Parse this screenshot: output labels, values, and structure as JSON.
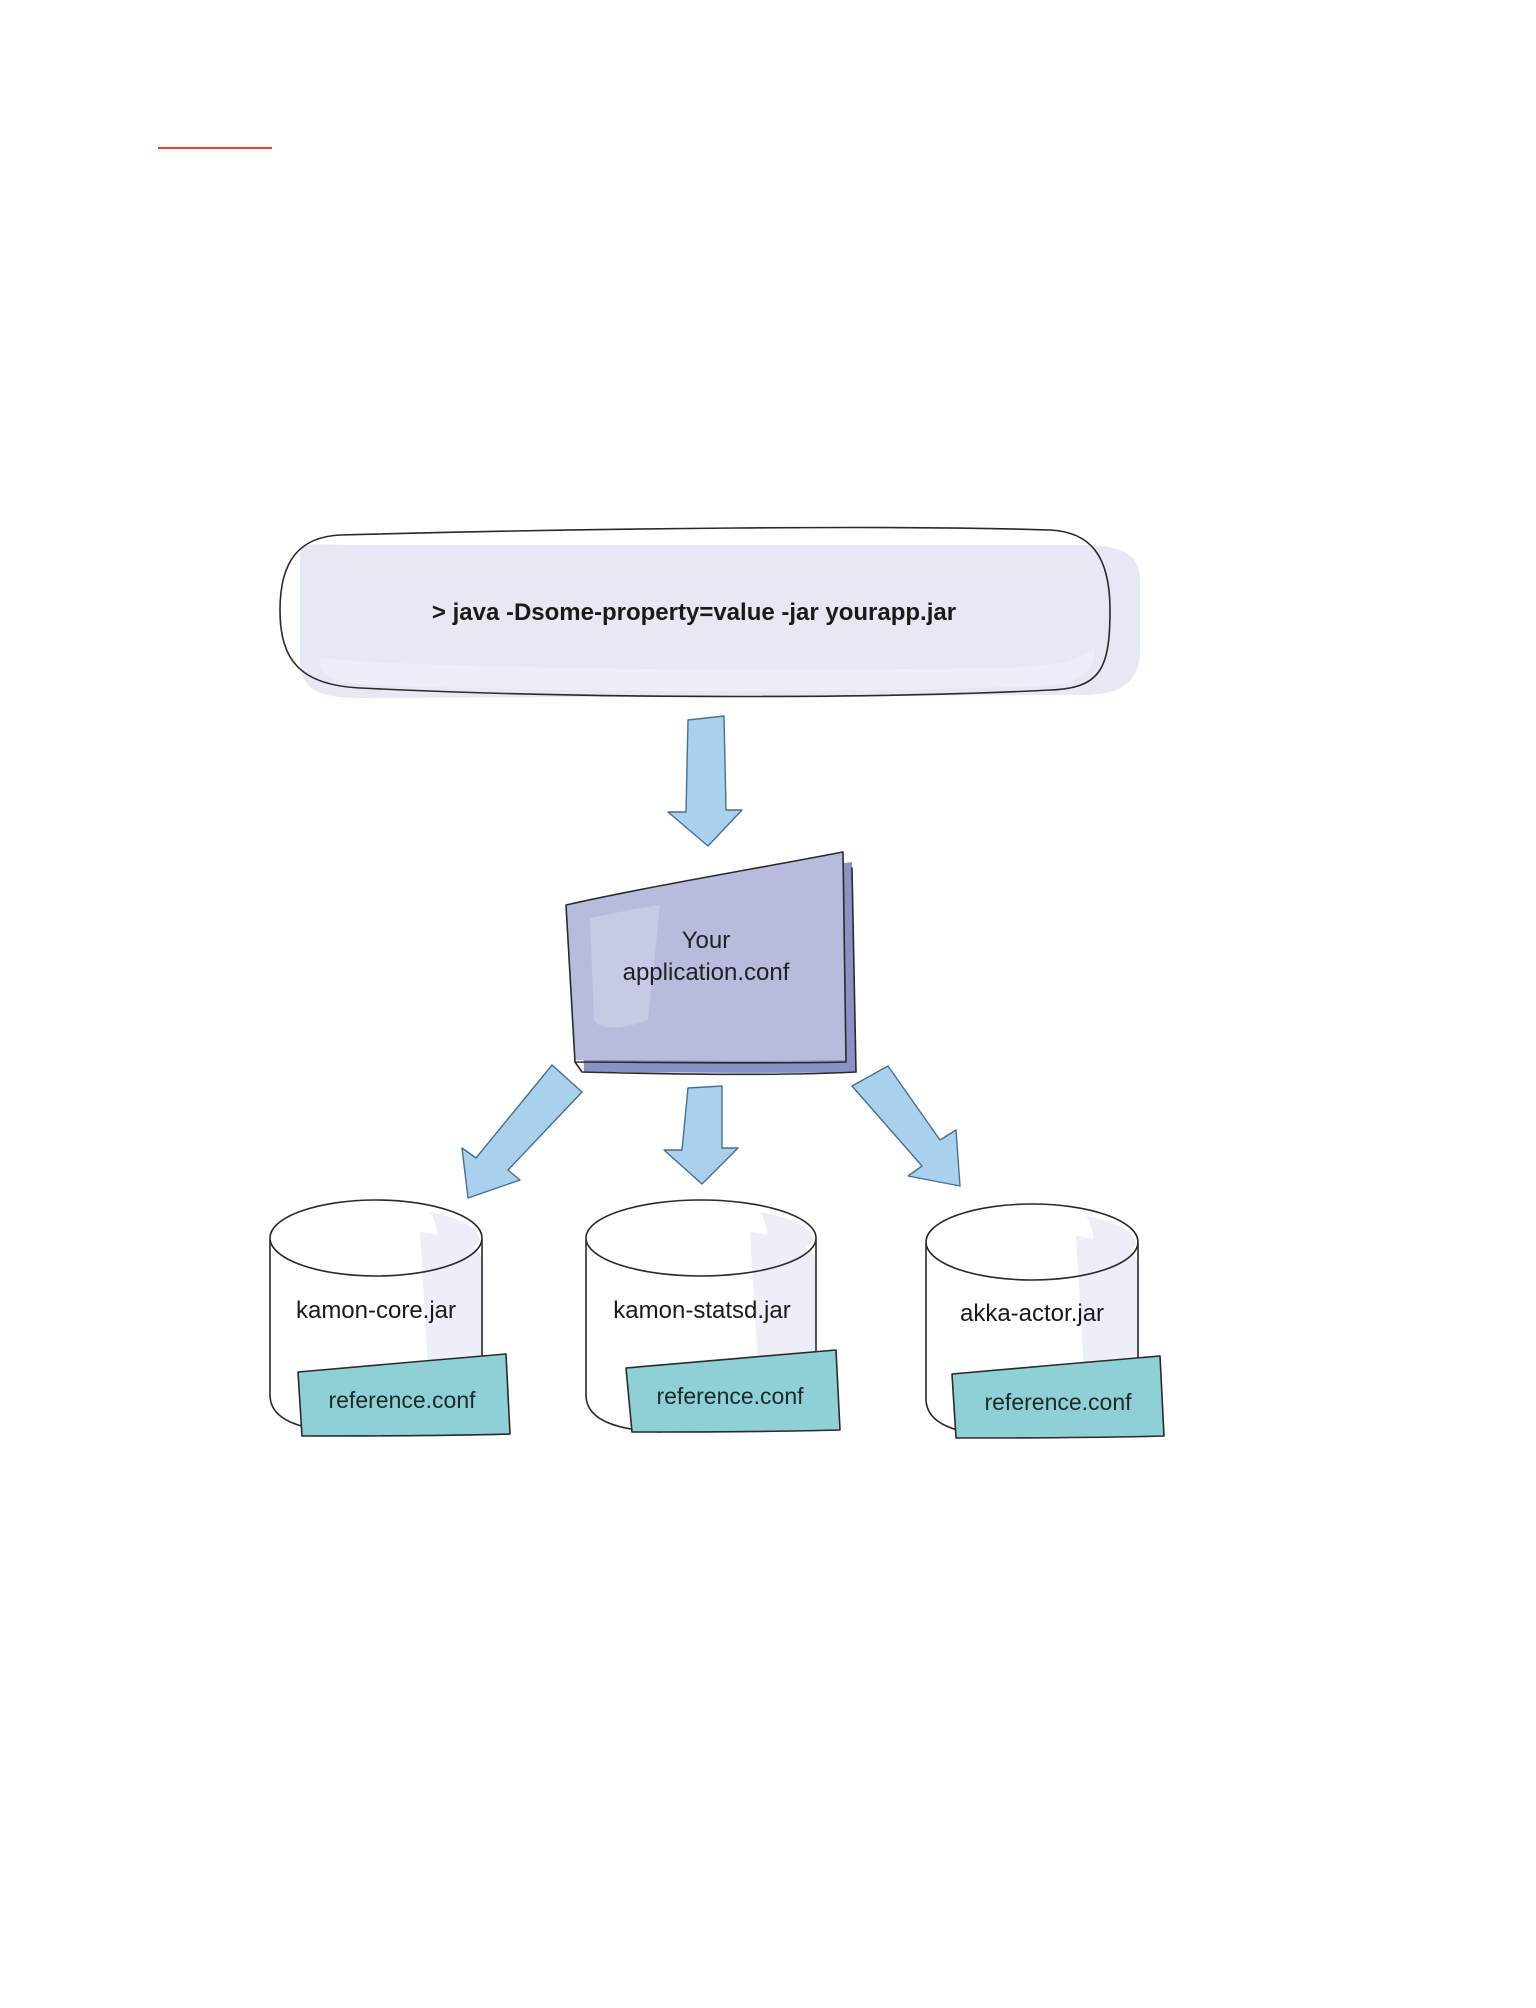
{
  "colors": {
    "header_rule": "#e8452f",
    "arrow": "#a9d1ee",
    "app_conf_fill": "#b8bcdc",
    "app_conf_shade": "#8b91c4",
    "reference_fill": "#8fd0d6",
    "command_shadow": "#e6e8f4"
  },
  "diagram": {
    "command": "> java -Dsome-property=value -jar yourapp.jar",
    "application_conf": {
      "line1": "Your",
      "line2": "application.conf"
    },
    "jars": [
      {
        "name": "kamon-core.jar",
        "conf": "reference.conf"
      },
      {
        "name": "kamon-statsd.jar",
        "conf": "reference.conf"
      },
      {
        "name": "akka-actor.jar",
        "conf": "reference.conf"
      }
    ]
  }
}
